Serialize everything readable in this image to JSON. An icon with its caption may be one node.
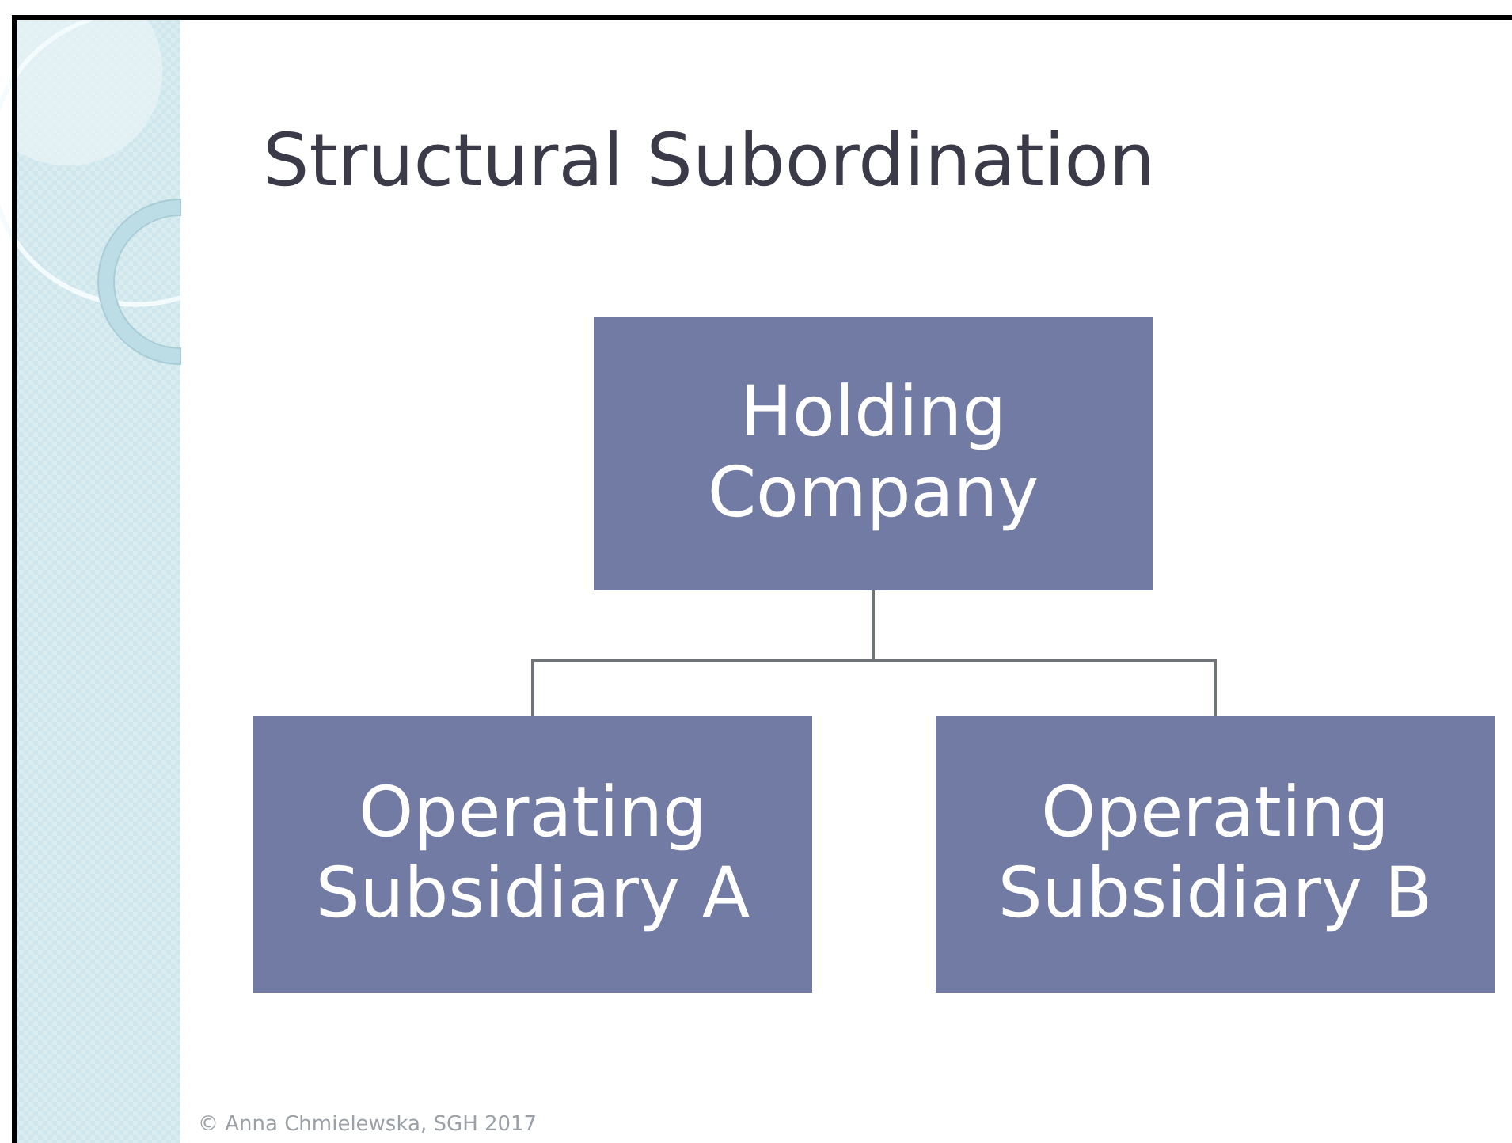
{
  "diagram": {
    "title": "Structural Subordination",
    "nodes": [
      {
        "text": [
          "Holding Company"
        ]
      },
      {
        "text": [
          "Operating Subsidiary A"
        ]
      },
      {
        "text": [
          "Operating Subsidiary B"
        ]
      }
    ],
    "edges": [
      {
        "from": 0,
        "to": 1,
        "arrow": "none"
      },
      {
        "from": 0,
        "to": 2,
        "arrow": "none"
      }
    ],
    "labels": [
      "© Anna Chmielewska, SGH 2017"
    ]
  }
}
